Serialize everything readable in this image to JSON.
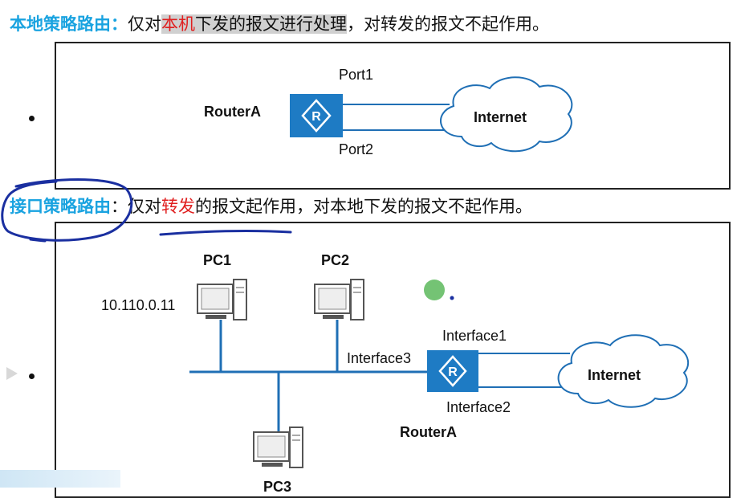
{
  "heading1": {
    "title": "本地策略路由：",
    "part1": "仅对",
    "highlight_red": "本机",
    "part2": "下发的报文进行处理",
    "part3": "，对转发的报文不起作用。"
  },
  "heading2": {
    "title": "接口策略路由",
    "part1": "：仅对",
    "highlight_red": "转发",
    "part2": "的报文起作用，对本地下发的报文不起作用。"
  },
  "diagram1": {
    "router_label": "RouterA",
    "router_icon_glyph": "R",
    "port1": "Port1",
    "port2": "Port2",
    "cloud_label": "Internet"
  },
  "diagram2": {
    "pc1": "PC1",
    "pc2": "PC2",
    "pc3": "PC3",
    "pc1_ip": "10.110.0.11",
    "interface1": "Interface1",
    "interface2": "Interface2",
    "interface3": "Interface3",
    "router_label": "RouterA",
    "router_icon_glyph": "R",
    "cloud_label": "Internet"
  },
  "colors": {
    "title_blue": "#1aa3e0",
    "emphasis_red": "#e02020",
    "router_blue": "#1e7bc4",
    "link_blue": "#1f6fb5",
    "annotation_navy": "#1a2fa0",
    "cursor_green": "#5cb85c"
  }
}
